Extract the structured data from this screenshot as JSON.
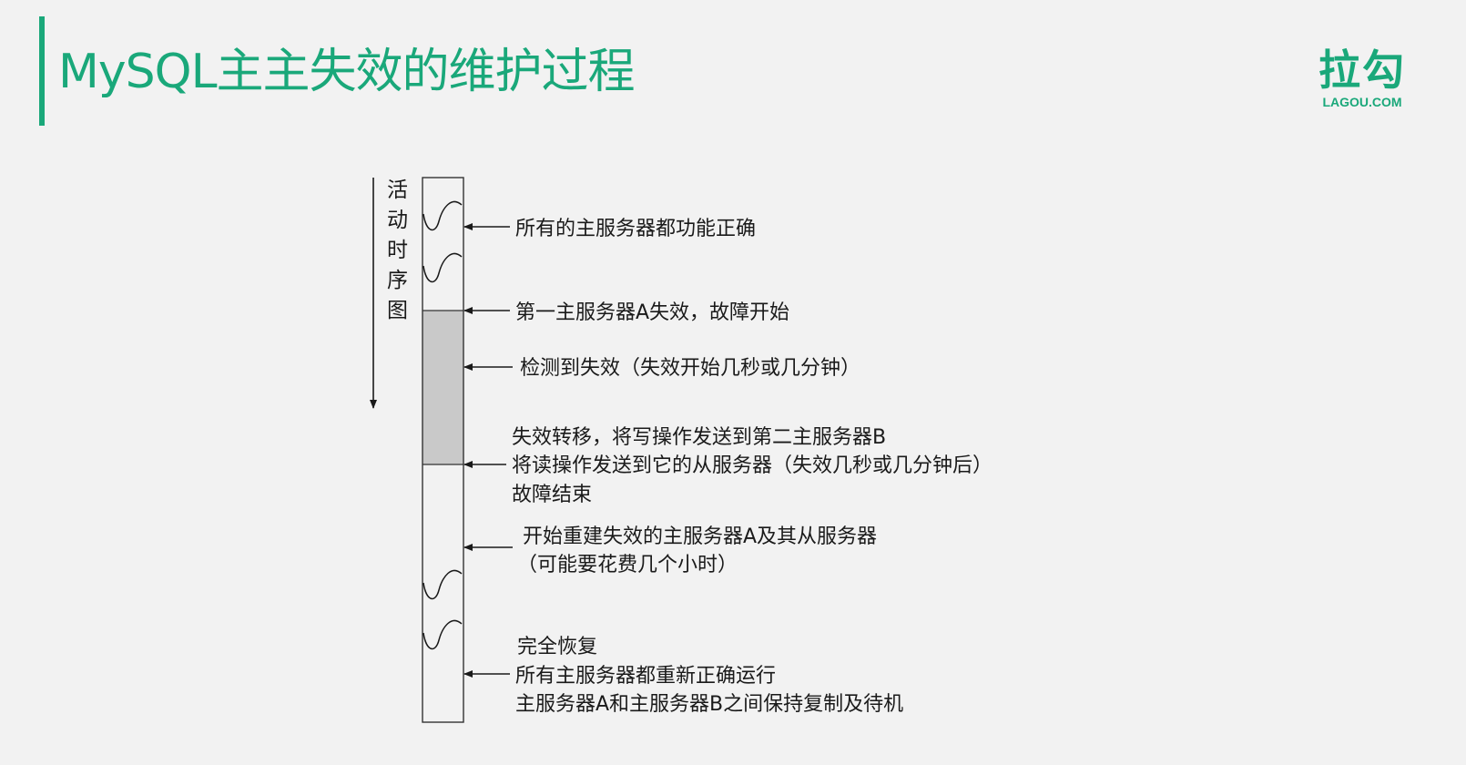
{
  "header": {
    "title": "MySQL主主失效的维护过程",
    "logo_cn": "拉勾",
    "logo_en": "LAGOU.COM"
  },
  "colors": {
    "accent": "#1aa87a",
    "failure_band": "#c9c9c9"
  },
  "diagram": {
    "axis_label": "活动时序图",
    "events": [
      {
        "lines": [
          "所有的主服务器都功能正确"
        ]
      },
      {
        "lines": [
          "第一主服务器A失效，故障开始"
        ]
      },
      {
        "lines": [
          "检测到失效（失效开始几秒或几分钟）"
        ]
      },
      {
        "lines": [
          "失效转移，将写操作发送到第二主服务器B",
          "将读操作发送到它的从服务器（失效几秒或几分钟后）",
          "故障结束"
        ]
      },
      {
        "lines": [
          "开始重建失效的主服务器A及其从服务器",
          "（可能要花费几个小时）"
        ]
      },
      {
        "lines": [
          "完全恢复",
          "所有主服务器都重新正确运行",
          "主服务器A和主服务器B之间保持复制及待机"
        ]
      }
    ]
  }
}
